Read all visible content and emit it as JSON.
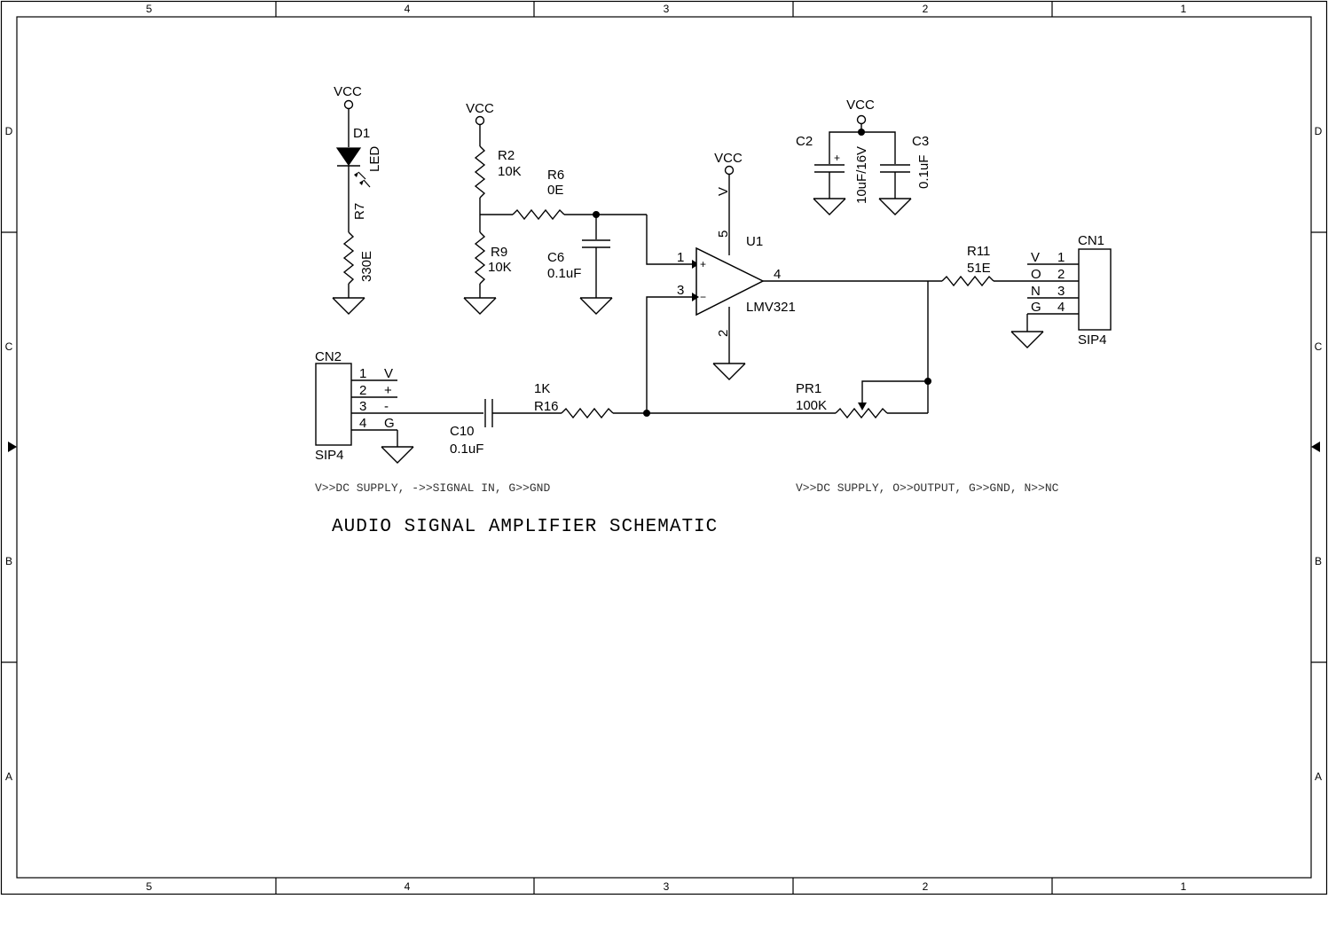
{
  "frame": {
    "columns": [
      "5",
      "4",
      "3",
      "2",
      "1"
    ],
    "rows": [
      "D",
      "C",
      "B",
      "A"
    ]
  },
  "title": "AUDIO SIGNAL AMPLIFIER SCHEMATIC",
  "notes": {
    "input": "V>>DC SUPPLY, ->>SIGNAL IN, G>>GND",
    "output": "V>>DC SUPPLY, O>>OUTPUT, G>>GND, N>>NC"
  },
  "power": {
    "vcc": "VCC",
    "opamp_supply_pin": "V"
  },
  "components": {
    "d1": {
      "ref": "D1",
      "value": "LED"
    },
    "r7": {
      "ref": "R7",
      "value": "330E"
    },
    "r2": {
      "ref": "R2",
      "value": "10K"
    },
    "r9": {
      "ref": "R9",
      "value": "10K"
    },
    "r6": {
      "ref": "R6",
      "value": "0E"
    },
    "c6": {
      "ref": "C6",
      "value": "0.1uF"
    },
    "c2": {
      "ref": "C2",
      "value": "10uF/16V",
      "polarity": "+"
    },
    "c3": {
      "ref": "C3",
      "value": "0.1uF"
    },
    "u1": {
      "ref": "U1",
      "value": "LMV321",
      "pins": {
        "in_plus": "1",
        "in_minus": "3",
        "out": "4",
        "vcc": "5",
        "gnd": "2"
      },
      "plus_sign": "+",
      "minus_sign": "−"
    },
    "r11": {
      "ref": "R11",
      "value": "51E"
    },
    "r16": {
      "ref": "R16",
      "value": "1K"
    },
    "c10": {
      "ref": "C10",
      "value": "0.1uF"
    },
    "pr1": {
      "ref": "PR1",
      "value": "100K"
    }
  },
  "connectors": {
    "cn1": {
      "ref": "CN1",
      "type": "SIP4",
      "pins": [
        {
          "num": "1",
          "sig": "V"
        },
        {
          "num": "2",
          "sig": "O"
        },
        {
          "num": "3",
          "sig": "N"
        },
        {
          "num": "4",
          "sig": "G"
        }
      ]
    },
    "cn2": {
      "ref": "CN2",
      "type": "SIP4",
      "pins": [
        {
          "num": "1",
          "sig": "V"
        },
        {
          "num": "2",
          "sig": "+"
        },
        {
          "num": "3",
          "sig": "-"
        },
        {
          "num": "4",
          "sig": "G"
        }
      ]
    }
  }
}
